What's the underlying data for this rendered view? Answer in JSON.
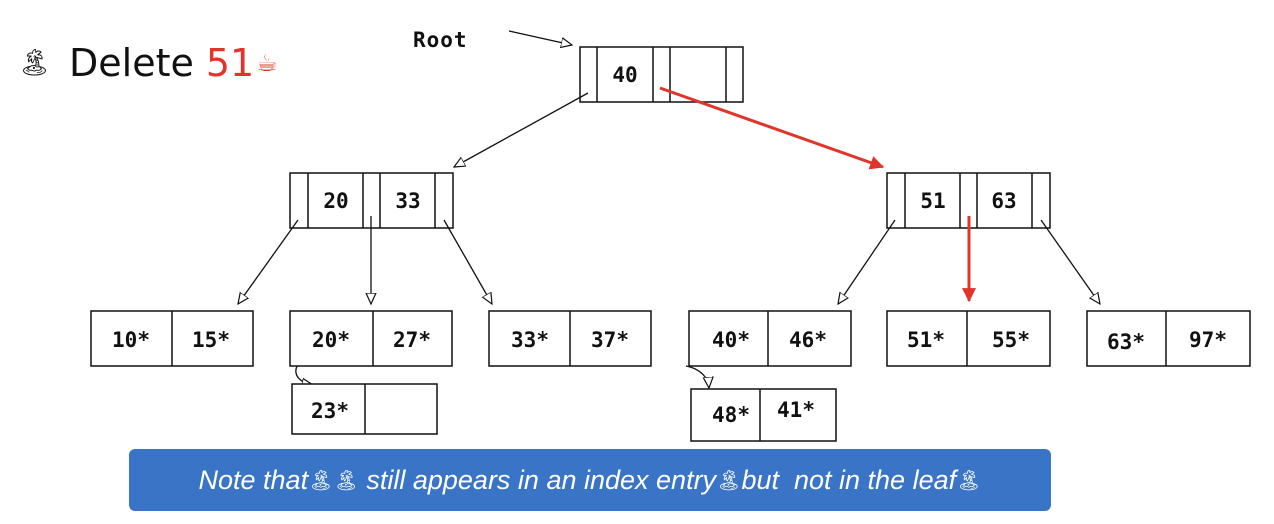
{
  "title": {
    "bullet_icon": "palm-tree-icon",
    "bullet_glyph": "🏝",
    "text": "Delete",
    "target": "51",
    "mark_glyph": "☕",
    "accent": "#e0352b"
  },
  "root_label": "Root",
  "tree": {
    "root": {
      "keys": [
        "40",
        ""
      ]
    },
    "internal": [
      {
        "keys": [
          "20",
          "33"
        ]
      },
      {
        "keys": [
          "51",
          "63"
        ]
      }
    ],
    "leaves": [
      {
        "keys": [
          "10*",
          "15*"
        ]
      },
      {
        "keys": [
          "20*",
          "27*"
        ]
      },
      {
        "keys": [
          "33*",
          "37*"
        ]
      },
      {
        "keys": [
          "40*",
          "46*"
        ]
      },
      {
        "keys": [
          "51*",
          "55*"
        ]
      },
      {
        "keys": [
          "63*",
          "97*"
        ]
      }
    ],
    "overflow": [
      {
        "keys": [
          "23*",
          ""
        ]
      },
      {
        "keys": [
          "48*",
          "41*"
        ]
      }
    ],
    "search_path_color": "#e0352b"
  },
  "note": {
    "before": "Note that",
    "glyph1": "🏝🏝",
    "middle": " still appears in an index entry",
    "glyph2": "🏝",
    "after": "but  not in the leaf",
    "glyph3": "🏝",
    "background": "#3a74c6"
  }
}
